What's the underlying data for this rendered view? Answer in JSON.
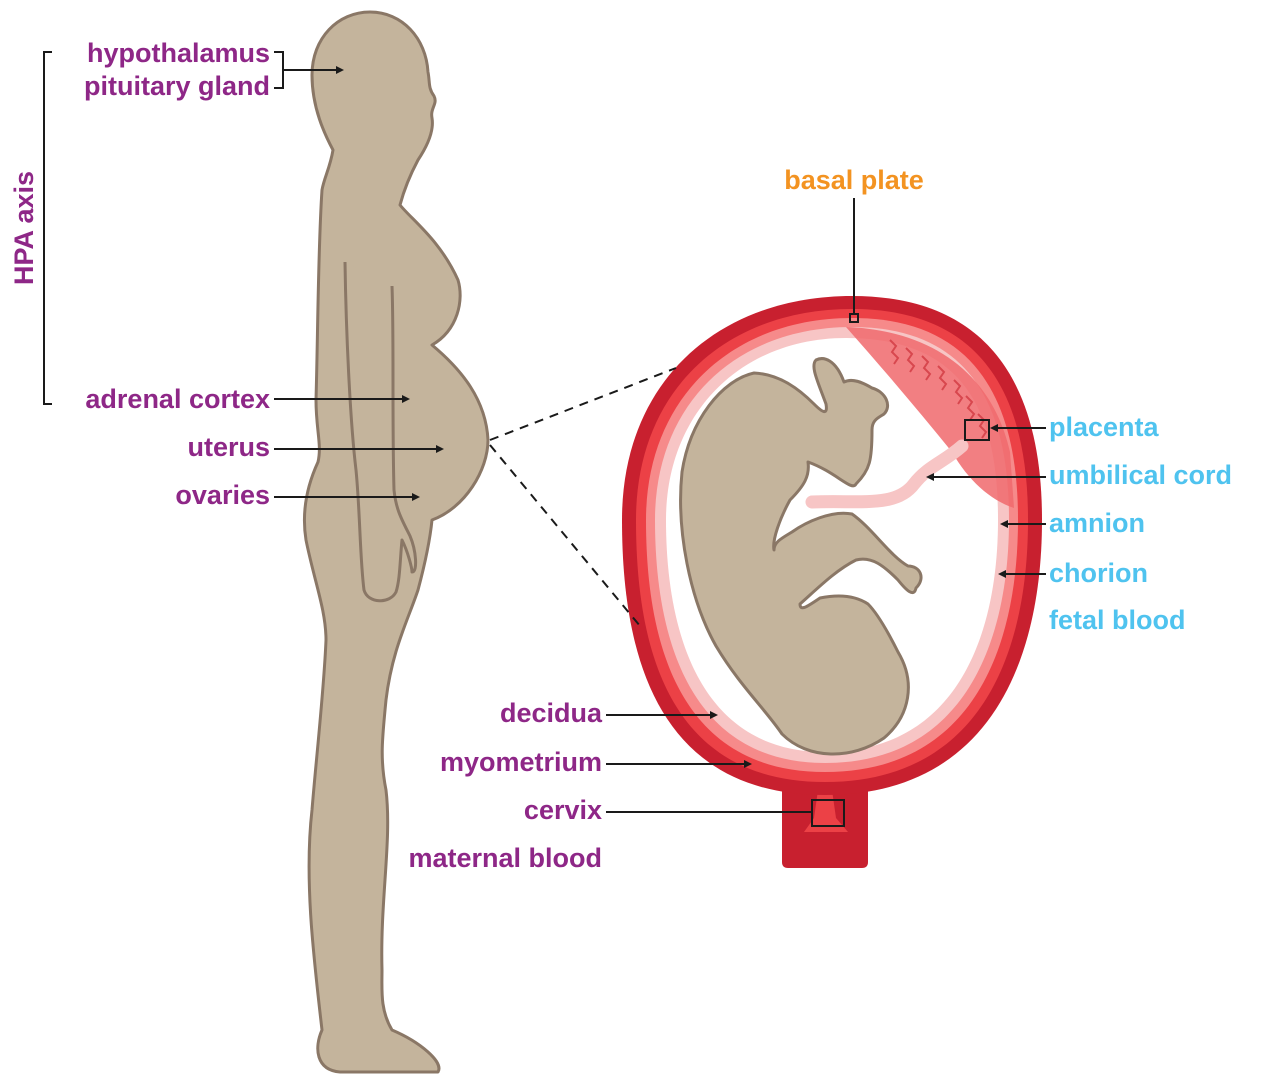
{
  "labels": {
    "hypothalamus": "hypothalamus",
    "pituitary": "pituitary gland",
    "hpa_axis": "HPA axis",
    "adrenal": "adrenal cortex",
    "uterus": "uterus",
    "ovaries": "ovaries",
    "basal_plate": "basal plate",
    "placenta": "placenta",
    "umbilical_cord": "umbilical cord",
    "amnion": "amnion",
    "chorion": "chorion",
    "fetal_blood": "fetal blood",
    "decidua": "decidua",
    "myometrium": "myometrium",
    "cervix": "cervix",
    "maternal_blood": "maternal blood"
  },
  "colors": {
    "maternal_text": "#8e2787",
    "fetal_text": "#4fc3ef",
    "basal_text": "#f39321",
    "body_fill": "#c4b49c",
    "body_stroke": "#8a7766",
    "myometrium": "#c8202f",
    "decidua": "#ec4146",
    "chorion": "#f68a8a",
    "amnion": "#f7c5c5",
    "placenta": "#f0686c"
  }
}
